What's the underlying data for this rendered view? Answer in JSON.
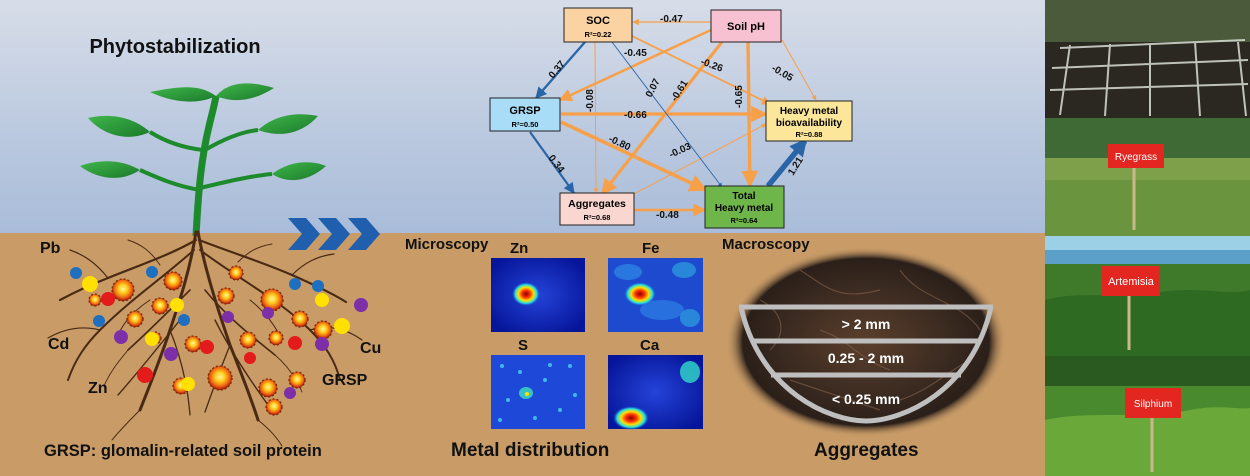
{
  "title": "Phytostabilization",
  "footer_note": "GRSP: glomalin-related soil protein",
  "metal_labels": {
    "pb": "Pb",
    "cd": "Cd",
    "zn": "Zn",
    "cu": "Cu",
    "grsp": "GRSP"
  },
  "sem": {
    "nodes": {
      "soc": {
        "name": "SOC",
        "r2": "R²=0.22"
      },
      "ph": {
        "name": "Soil pH"
      },
      "grsp": {
        "name": "GRSP",
        "r2": "R²=0.50"
      },
      "hmb": {
        "name1": "Heavy metal",
        "name2": "bioavailability",
        "r2": "R²=0.88"
      },
      "agg": {
        "name": "Aggregates",
        "r2": "R²=0.68"
      },
      "thm": {
        "name1": "Total",
        "name2": "Heavy metal",
        "r2": "R²=0.64"
      }
    },
    "paths": {
      "ph_soc": "-0.47",
      "ph_grsp": "-0.45",
      "ph_agg": "-0.61",
      "ph_thm": "-0.65",
      "ph_hmb": "-0.05",
      "soc_grsp": "0.37",
      "soc_agg": "-0.08",
      "soc_thm": "0.07",
      "soc_hmb": "-0.26",
      "grsp_hmb": "-0.66",
      "grsp_thm": "-0.80",
      "grsp_agg": "0.34",
      "agg_hmb": "-0.03",
      "agg_thm": "-0.48",
      "thm_hmb": "1.21"
    }
  },
  "microscopy": {
    "title": "Microscopy",
    "maps": {
      "zn": "Zn",
      "fe": "Fe",
      "s": "S",
      "ca": "Ca"
    },
    "caption": "Metal distribution"
  },
  "macroscopy": {
    "title": "Macroscopy",
    "size1": "> 2 mm",
    "size2": "0.25 - 2 mm",
    "size3": "< 0.25 mm",
    "caption": "Aggregates"
  },
  "photos": {
    "ryegrass": "Ryegrass",
    "artemisia": "Artemisia",
    "silphium": "Silphium"
  },
  "colors": {
    "soil": "#c89b67",
    "blue_dot": "#1f6fc0",
    "yellow_dot": "#ffe000",
    "red_dot": "#e41b1b",
    "purple_dot": "#7d2fa8",
    "chevron": "#1f5fae",
    "sign": "#e32620"
  }
}
